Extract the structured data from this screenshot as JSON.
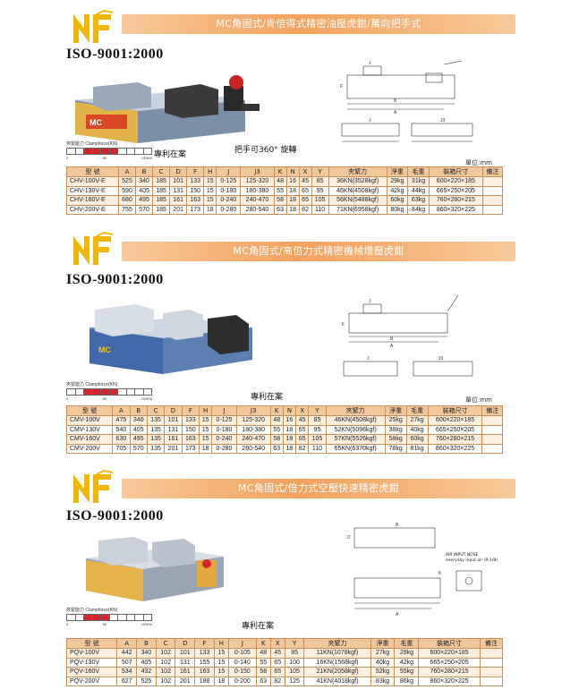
{
  "unit_label": "單位:mm",
  "patent_label": "專利在案",
  "iso_label": "ISO-9001:2000",
  "clamp": {
    "label": "夾緊能力 Clampforce(KN)",
    "ticks": [
      "0",
      "50",
      "100KN"
    ]
  },
  "columns": [
    "型  號",
    "A",
    "B",
    "C",
    "D",
    "F",
    "H",
    "J",
    "J3",
    "K",
    "N",
    "X",
    "Y",
    "夾緊力",
    "淨重",
    "毛重",
    "裝箱尺寸",
    "備注"
  ],
  "sections": [
    {
      "title": "MC角固式/肯倍得式精密油壓虎鉗/萬向把手式",
      "handle_note": "把手可360° 旋轉",
      "clamp_level": 0.4,
      "rows": [
        [
          "CHV-100V-E",
          "525",
          "340",
          "185",
          "101",
          "133",
          "15",
          "0-125",
          "125-320",
          "48",
          "16",
          "45",
          "85",
          "36KN(3528kgf)",
          "29kg",
          "31kg",
          "600×220×185",
          ""
        ],
        [
          "CHV-130V-E",
          "590",
          "405",
          "185",
          "131",
          "150",
          "15",
          "0-180",
          "180-380",
          "55",
          "18",
          "65",
          "95",
          "46KN(4508kgf)",
          "42kg",
          "44kg",
          "665×250×205",
          ""
        ],
        [
          "CHV-160V-E",
          "680",
          "495",
          "185",
          "161",
          "163",
          "15",
          "0-240",
          "240-470",
          "58",
          "18",
          "65",
          "105",
          "56KN(5488kgf)",
          "60kg",
          "63kg",
          "760×280×215",
          ""
        ],
        [
          "CHV-200V-E",
          "755",
          "570",
          "185",
          "201",
          "173",
          "18",
          "0-280",
          "280-540",
          "63",
          "18",
          "82",
          "110",
          "71KN(6958kgf)",
          "80kg",
          "84kg",
          "860×320×225",
          ""
        ]
      ]
    },
    {
      "title": "MC角固式/高倍力式精密機械增壓虎鉗",
      "clamp_level": 0.4,
      "rows": [
        [
          "CMV-100V",
          "475",
          "340",
          "135",
          "101",
          "133",
          "15",
          "0-125",
          "125-320",
          "48",
          "16",
          "45",
          "85",
          "46KN(4508kgf)",
          "25kg",
          "27kg",
          "600×220×185",
          ""
        ],
        [
          "CMV-130V",
          "540",
          "405",
          "135",
          "131",
          "150",
          "15",
          "0-180",
          "180-380",
          "55",
          "18",
          "65",
          "95",
          "52KN(5096kgf)",
          "38kg",
          "40kg",
          "665×250×205",
          ""
        ],
        [
          "CMV-160V",
          "630",
          "495",
          "135",
          "161",
          "163",
          "15",
          "0-240",
          "240-470",
          "58",
          "18",
          "65",
          "105",
          "57KN(5526kgf)",
          "58kg",
          "60kg",
          "760×280×215",
          ""
        ],
        [
          "CMV-200V",
          "705",
          "570",
          "135",
          "201",
          "173",
          "18",
          "0-280",
          "280-540",
          "63",
          "18",
          "82",
          "110",
          "65KN(6370kgf)",
          "78kg",
          "81kg",
          "860×320×225",
          ""
        ]
      ]
    },
    {
      "title": "MC角固式/倍力式空壓快速精密虎鉗",
      "air_note_1": "AIR INPUT NOSE",
      "air_note_2": "everyday input air (R-1/8)",
      "clamp_level": 0.3,
      "rows": [
        [
          "PQV-100V",
          "442",
          "340",
          "102",
          "101",
          "133",
          "15",
          "0-105",
          "48",
          "45",
          "85",
          "11KN(1078kgf)",
          "27kg",
          "29kg",
          "600×220×185",
          ""
        ],
        [
          "PQV-130V",
          "507",
          "405",
          "102",
          "131",
          "155",
          "15",
          "0-140",
          "55",
          "65",
          "100",
          "16KN(1568kgf)",
          "40kg",
          "42kg",
          "665×250×205",
          ""
        ],
        [
          "PQV-160V",
          "534",
          "432",
          "102",
          "161",
          "163",
          "15",
          "0-150",
          "58",
          "65",
          "105",
          "21KN(2058kgf)",
          "52kg",
          "55kg",
          "760×280×215",
          ""
        ],
        [
          "PQV-200V",
          "627",
          "525",
          "102",
          "201",
          "188",
          "18",
          "0-200",
          "63",
          "82",
          "125",
          "41KN(4018kgf)",
          "83kg",
          "86kg",
          "860×320×225",
          ""
        ]
      ]
    }
  ],
  "section3_columns": [
    "型  號",
    "A",
    "B",
    "C",
    "D",
    "F",
    "H",
    "J",
    "K",
    "X",
    "Y",
    "夾緊力",
    "淨重",
    "毛重",
    "裝箱尺寸",
    "備注"
  ],
  "colors": {
    "title_orange": "#f3a25d",
    "header_tan": "#f2c79a",
    "row_tint": "#fdeede",
    "logo_yellow": "#f2b705",
    "clamp_red": "#d4262a"
  }
}
